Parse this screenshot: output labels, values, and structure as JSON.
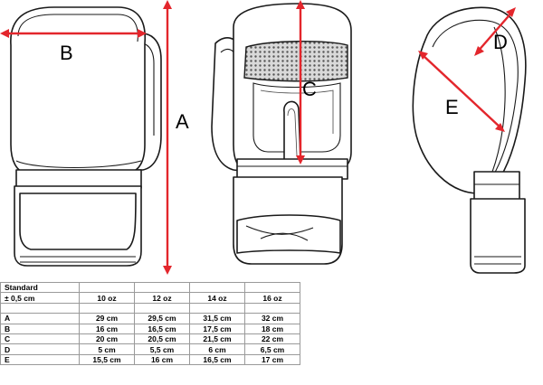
{
  "dimension_labels": {
    "a": "A",
    "b": "B",
    "c": "C",
    "d": "D",
    "e": "E"
  },
  "colors": {
    "dimension_line": "#e3262c",
    "outline": "#1a1a1a",
    "table_border": "#9a9a9a"
  },
  "table": {
    "title": "Standard",
    "tolerance": "± 0,5 cm",
    "sizes": [
      "10 oz",
      "12 oz",
      "14 oz",
      "16 oz"
    ],
    "rows": [
      {
        "label": "A",
        "values": [
          "29 cm",
          "29,5 cm",
          "31,5 cm",
          "32 cm"
        ]
      },
      {
        "label": "B",
        "values": [
          "16 cm",
          "16,5 cm",
          "17,5 cm",
          "18 cm"
        ]
      },
      {
        "label": "C",
        "values": [
          "20 cm",
          "20,5 cm",
          "21,5 cm",
          "22 cm"
        ]
      },
      {
        "label": "D",
        "values": [
          "5 cm",
          "5,5 cm",
          "6 cm",
          "6,5 cm"
        ]
      },
      {
        "label": "E",
        "values": [
          "15,5 cm",
          "16 cm",
          "16,5 cm",
          "17 cm"
        ]
      }
    ]
  }
}
